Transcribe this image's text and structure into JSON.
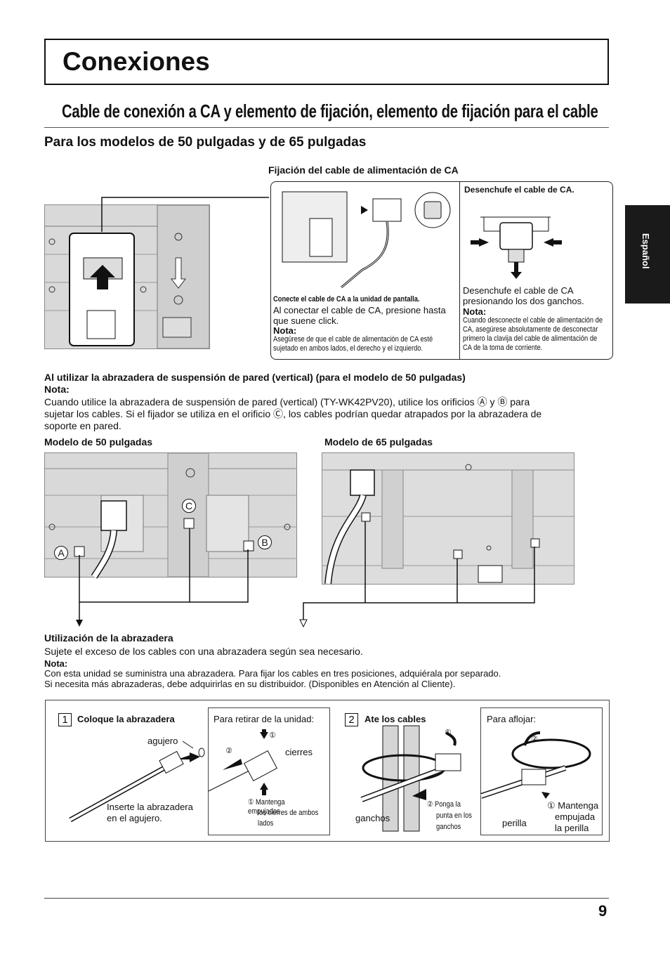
{
  "page_title": "Conexiones",
  "side_tab": "Español",
  "section_title": "Cable de conexión a CA y elemento de fijación, elemento de fijación para el cable",
  "subsection_title": "Para los modelos de 50 pulgadas y de 65 pulgadas",
  "ac_fixing": {
    "heading": "Fijación del cable de alimentación de CA",
    "connect_title": "Conecte el cable de CA a la unidad de pantalla.",
    "connect_text": "Al conectar el cable de CA, presione hasta que suene click.",
    "connect_note_label": "Nota:",
    "connect_note": "Asegúrese de que el cable de alimentación de CA esté sujetado en ambos lados, el derecho y el izquierdo.",
    "unplug_title": "Desenchufe el cable de CA.",
    "unplug_text": "Desenchufe el cable de CA presionando los dos ganchos.",
    "unplug_note_label": "Nota:",
    "unplug_note": "Cuando desconecte el cable de alimentación de CA, asegúrese absolutamente de desconectar primero la clavija del cable de alimentación de CA de la toma de corriente."
  },
  "wall_bracket": {
    "heading": "Al utilizar la abrazadera de suspensión de pared (vertical) (para el modelo de 50 pulgadas)",
    "note_label": "Nota:",
    "note_line1": "Cuando utilice la abrazadera de suspensión de pared (vertical) (TY-WK42PV20), utilice los orificios Ⓐ y Ⓑ para",
    "note_line2": "sujetar los cables. Si el fijador se utiliza en el orificio Ⓒ, los cables podrían quedar atrapados por la abrazadera de",
    "note_line3": "soporte en pared.",
    "model50_label": "Modelo de 50 pulgadas",
    "model65_label": "Modelo de 65 pulgadas",
    "hole_a": "A",
    "hole_b": "B",
    "hole_c": "C"
  },
  "clamp": {
    "heading": "Utilización de la abrazadera",
    "text": "Sujete el exceso de los cables con una abrazadera según sea necesario.",
    "note_label": "Nota:",
    "note_line1": "Con esta unidad se suministra una abrazadera. Para fijar los cables en tres posiciones, adquiérala por separado.",
    "note_line2": "Si necesita más abrazaderas, debe adquirirlas en su distribuidor. (Disponibles en Atención al Cliente).",
    "step1_num": "1",
    "step1_title": "Coloque la abrazadera",
    "step1_hole_label": "agujero",
    "step1_insert_line1": "Inserte la abrazadera",
    "step1_insert_line2": "en el agujero.",
    "remove_title": "Para retirar de la unidad:",
    "remove_closures": "cierres",
    "remove_num1": "①",
    "remove_num2": "②",
    "remove_hold_line1": "① Mantenga empujados",
    "remove_hold_line2": "los cierres de ambos",
    "remove_hold_line3": "lados",
    "step2_num": "2",
    "step2_title": "Ate los cables",
    "step2_hooks": "ganchos",
    "step2_num1": "①",
    "step2_tip_line1": "② Ponga la",
    "step2_tip_line2": "punta en los",
    "step2_tip_line3": "ganchos",
    "loosen_title": "Para aflojar:",
    "loosen_knob": "perilla",
    "loosen_num2": "②",
    "loosen_hold_line1": "① Mantenga",
    "loosen_hold_line2": "empujada",
    "loosen_hold_line3": "la perilla"
  },
  "page_number": "9"
}
